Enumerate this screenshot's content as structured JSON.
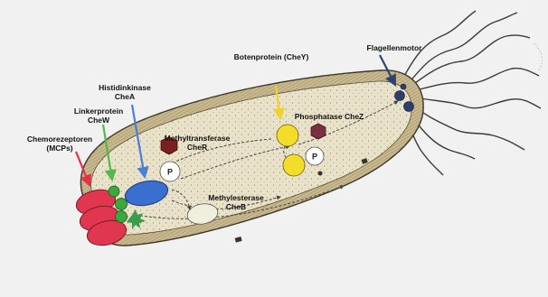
{
  "labels": {
    "chemoreceptors": {
      "line1": "Chemorezeptoren",
      "line2": "(MCPs)"
    },
    "chew": {
      "line1": "Linkerprotein",
      "line2": "CheW"
    },
    "chea": {
      "line1": "Histidinkinase",
      "line2": "CheA"
    },
    "cher": {
      "line1": "Methyltransferase",
      "line2": "CheR"
    },
    "cheb": {
      "line1": "Methylesterase",
      "line2": "CheB"
    },
    "chey": "Botenprotein (CheY)",
    "chez": "Phosphatase CheZ",
    "motor": "Flagellenmotor"
  },
  "phosphate_markers": [
    "P",
    "P"
  ],
  "colors": {
    "background": "#f1f1f1",
    "cytoplasm": "#e9e2c8",
    "cell_wall": "#c9b98e",
    "mcp_red": "#e0364f",
    "chew_green": "#3aa83a",
    "chea_blue": "#3a6fd0",
    "cher_maroon": "#7a2020",
    "cheb_pale": "#eef0dc",
    "chey_yellow": "#f2de2a",
    "chez_maroon": "#7a3040",
    "motor_navy": "#2c3e6a",
    "arrow_red": "#e5304a",
    "arrow_green": "#55b84a",
    "arrow_blue": "#4a7fd6",
    "arrow_yellow": "#f0d22a",
    "arrow_navy": "#2e4470"
  }
}
